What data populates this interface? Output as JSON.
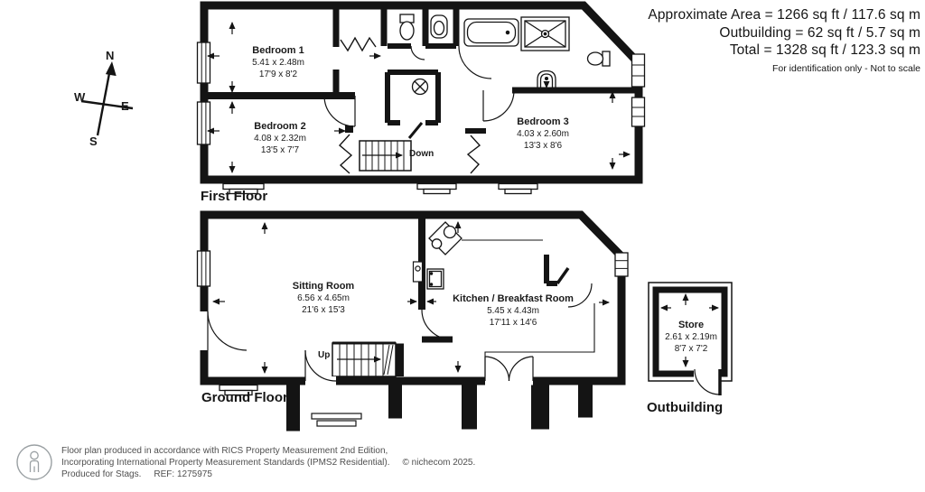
{
  "colors": {
    "wall": "#141414",
    "text": "#1a1a1a",
    "footer_text": "#4f4f4f",
    "logo_gray": "#9aa0a3"
  },
  "header": {
    "area_line1": "Approximate Area = 1266 sq ft / 117.6 sq m",
    "area_line2": "Outbuilding = 62 sq ft / 5.7 sq m",
    "area_line3": "Total = 1328 sq ft / 123.3 sq m",
    "disclaimer": "For identification only - Not to scale"
  },
  "compass": {
    "n": "N",
    "s": "S",
    "e": "E",
    "w": "W"
  },
  "first_floor": {
    "label": "First Floor",
    "stairs_label": "Down",
    "rooms": [
      {
        "name": "Bedroom 1",
        "metric": "5.41 x 2.48m",
        "imperial": "17'9 x 8'2"
      },
      {
        "name": "Bedroom 2",
        "metric": "4.08 x 2.32m",
        "imperial": "13'5 x 7'7"
      },
      {
        "name": "Bedroom 3",
        "metric": "4.03 x 2.60m",
        "imperial": "13'3 x 8'6"
      }
    ]
  },
  "ground_floor": {
    "label": "Ground Floor",
    "stairs_label": "Up",
    "rooms": [
      {
        "name": "Sitting Room",
        "metric": "6.56 x 4.65m",
        "imperial": "21'6 x 15'3"
      },
      {
        "name": "Kitchen / Breakfast Room",
        "metric": "5.45 x 4.43m",
        "imperial": "17'11 x 14'6"
      }
    ]
  },
  "outbuilding": {
    "label": "Outbuilding",
    "room": {
      "name": "Store",
      "metric": "2.61 x 2.19m",
      "imperial": "8'7 x 7'2"
    }
  },
  "footer": {
    "line1": "Floor plan produced in accordance with RICS Property Measurement 2nd Edition,",
    "line2": "Incorporating International Property Measurement Standards (IPMS2 Residential).",
    "copyright": "© nichecom 2025.",
    "line3_part1": "Produced for Stags.",
    "line3_part2": "REF: 1275975"
  }
}
